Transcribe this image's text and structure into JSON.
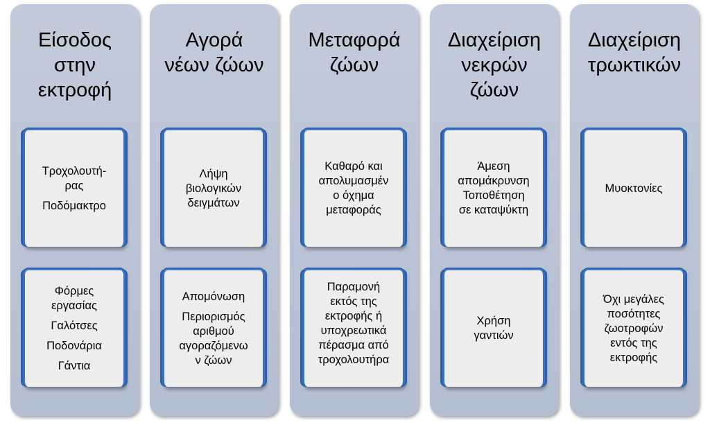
{
  "columns": [
    {
      "title_lines": [
        "Είσοδος",
        "στην",
        "εκτροφή"
      ],
      "top_card": [
        "Τροχολουτή-|ρας",
        "Ποδόμακτρο"
      ],
      "bottom_card": [
        "Φόρμες|εργασίας",
        "Γαλότσες",
        "Ποδονάρια",
        "Γάντια"
      ]
    },
    {
      "title_lines": [
        "Αγορά",
        "νέων ζώων"
      ],
      "top_card": [
        "Λήψη|βιολογικών|δειγμάτων"
      ],
      "bottom_card": [
        "Απομόνωση",
        "Περιορισμός|αριθμού|αγοραζόμενω|ν ζώων"
      ]
    },
    {
      "title_lines": [
        "Μεταφορά",
        "ζώων"
      ],
      "top_card": [
        "Καθαρό και|απολυμασμέν|ο όχημα|μεταφοράς"
      ],
      "bottom_card": [
        "Παραμονή|εκτός της|εκτροφής ή|υποχρεωτικά|πέρασμα από|τροχολουτήρα"
      ]
    },
    {
      "title_lines": [
        "Διαχείριση",
        "νεκρών",
        "ζώων"
      ],
      "top_card": [
        "Άμεση|απομάκρυνση|Τοποθέτηση|σε καταψύκτη"
      ],
      "bottom_card": [
        "Χρήση|γαντιών"
      ]
    },
    {
      "title_lines": [
        "Διαχείριση",
        "τρωκτικών"
      ],
      "top_card": [
        "Μυοκτονίες"
      ],
      "bottom_card": [
        "Όχι μεγάλες|ποσότητες|ζωοτροφών|εντός της|εκτροφής"
      ]
    }
  ]
}
